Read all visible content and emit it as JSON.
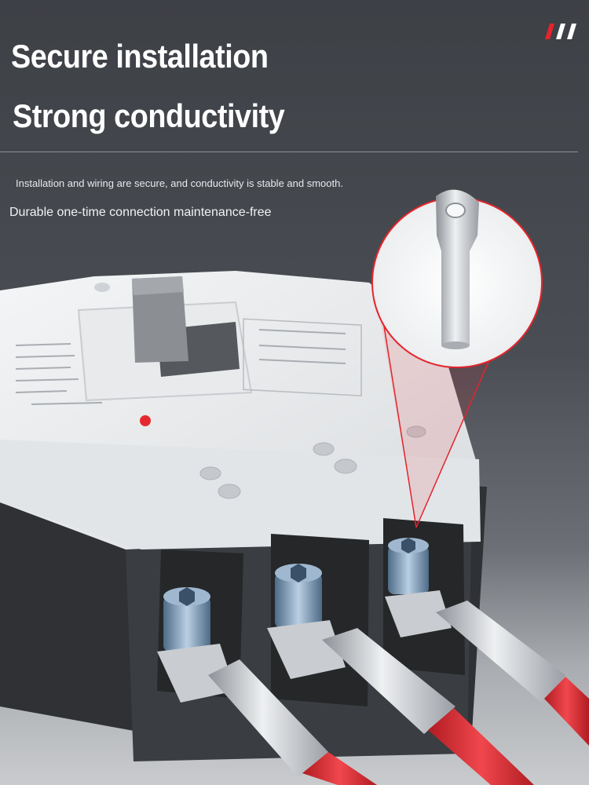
{
  "heading": {
    "line1": "Secure installation",
    "line2": "Strong conductivity"
  },
  "description": {
    "line1": "Installation and wiring are secure, and conductivity is stable and smooth.",
    "line2": "Durable one-time connection maintenance-free"
  },
  "colors": {
    "accent": "#e5242b",
    "cable": "#d8262e",
    "breaker_body": "#e9ebec",
    "breaker_base": "#2e3033",
    "terminal": "#c9cdd2"
  },
  "icons": {
    "accent": "slash-marks-icon"
  }
}
